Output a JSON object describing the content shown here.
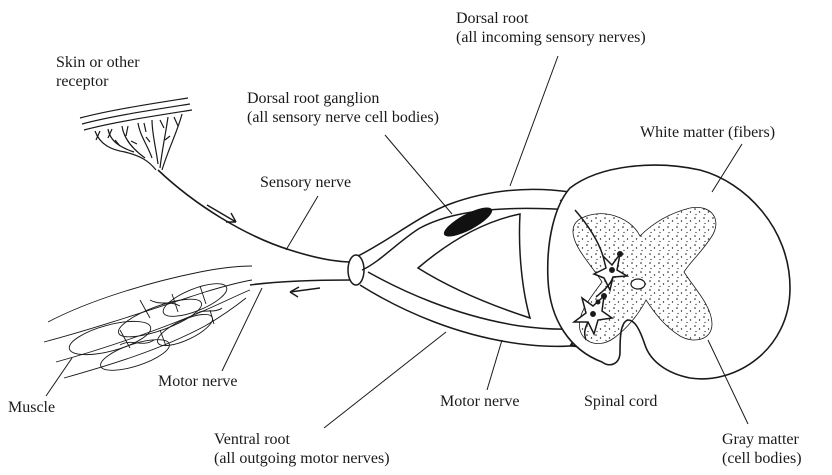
{
  "labels": {
    "skin_receptor": [
      "Skin or other",
      "receptor"
    ],
    "dorsal_root": [
      "Dorsal root",
      "(all incoming sensory nerves)"
    ],
    "dorsal_root_ganglion": [
      "Dorsal root ganglion",
      "(all sensory nerve cell bodies)"
    ],
    "white_matter": "White matter (fibers)",
    "sensory_nerve": "Sensory nerve",
    "muscle": "Muscle",
    "motor_nerve_left": "Motor nerve",
    "motor_nerve_right": "Motor nerve",
    "spinal_cord": "Spinal cord",
    "ventral_root": [
      "Ventral root",
      "(all outgoing motor nerves)"
    ],
    "gray_matter": [
      "Gray matter",
      "(cell bodies)"
    ]
  },
  "colors": {
    "ink": "#1a1a1a",
    "background": "#ffffff"
  }
}
